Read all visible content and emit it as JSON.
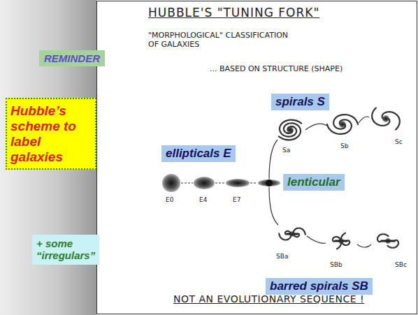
{
  "diagram": {
    "title": "HUBBLE'S \"TUNING FORK\"",
    "caption": "NOT AN EVOLUTIONARY SEQUENCE !",
    "nodes": [
      {
        "text": [
          "REMINDER"
        ]
      },
      {
        "text": [
          "Hubble’s scheme to label galaxies"
        ]
      },
      {
        "text": [
          "+ some “irregulars”"
        ]
      },
      {
        "text": [
          "spirals S"
        ]
      },
      {
        "text": [
          "ellipticals E"
        ]
      },
      {
        "text": [
          "lenticular"
        ]
      },
      {
        "text": [
          "barred spirals SB"
        ]
      }
    ],
    "labels": [
      "\"MORPHOLOGICAL\" CLASSIFICATION OF GALAXIES",
      "... BASED ON STRUCTURE (SHAPE)",
      "E0",
      "E4",
      "E7",
      "Sa",
      "Sb",
      "Sc",
      "SBa",
      "SBb",
      "SBc"
    ]
  }
}
